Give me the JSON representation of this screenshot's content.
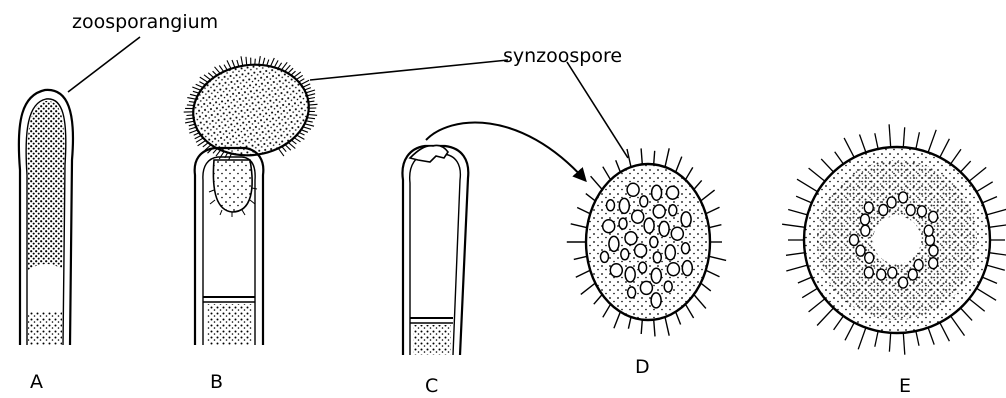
{
  "annotations": {
    "zoosporangium": "zoosporangium",
    "synzoospore": "synzoospore"
  },
  "panels": [
    {
      "label": "A"
    },
    {
      "label": "B"
    },
    {
      "label": "C"
    },
    {
      "label": "D"
    },
    {
      "label": "E"
    }
  ],
  "colors": {
    "ink": "#000000",
    "background": "#ffffff"
  }
}
